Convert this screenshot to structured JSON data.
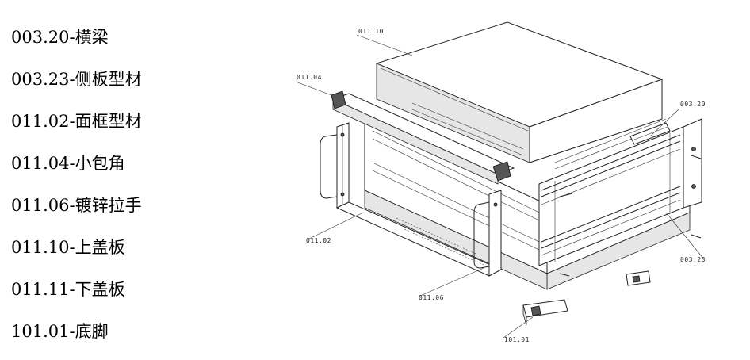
{
  "legend": [
    {
      "code": "003.20",
      "name": "横梁"
    },
    {
      "code": "003.23",
      "name": "侧板型材"
    },
    {
      "code": "011.02",
      "name": "面框型材"
    },
    {
      "code": "011.04",
      "name": "小包角"
    },
    {
      "code": "011.06",
      "name": "镀锌拉手"
    },
    {
      "code": "011.10",
      "name": "上盖板"
    },
    {
      "code": "011.11",
      "name": "下盖板"
    },
    {
      "code": "101.01",
      "name": "底脚"
    }
  ],
  "callouts": {
    "c01110": "011.10",
    "c01104": "011.04",
    "c00320": "003.20",
    "c01102": "011.02",
    "c00323": "003.23",
    "c01106": "011.06",
    "c10101": "101.01"
  },
  "colors": {
    "line": "#222222",
    "shade": "#e6e6e6",
    "dark": "#555555"
  }
}
